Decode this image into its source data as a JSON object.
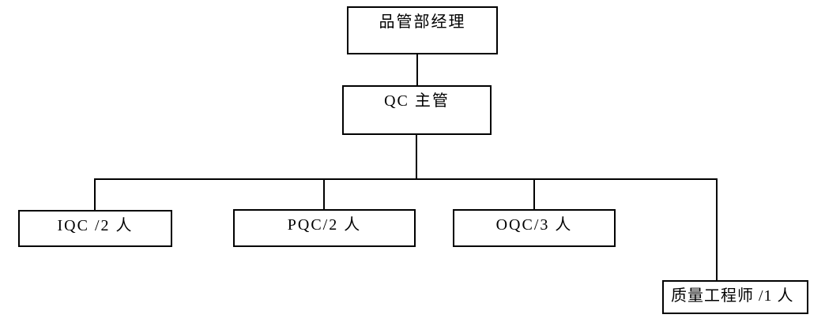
{
  "diagram": {
    "type": "org-chart",
    "colors": {
      "background": "#ffffff",
      "line": "#000000",
      "text": "#000000"
    },
    "nodes": {
      "manager": {
        "label": "品管部经理"
      },
      "qc_supervisor": {
        "label": "QC 主管"
      },
      "iqc": {
        "label": "IQC /2 人"
      },
      "pqc": {
        "label": "PQC/2 人"
      },
      "oqc": {
        "label": "OQC/3 人"
      },
      "quality_engineer": {
        "label": "质量工程师 /1 人"
      }
    },
    "edges": [
      {
        "from": "manager",
        "to": "qc_supervisor"
      },
      {
        "from": "qc_supervisor",
        "to": "iqc"
      },
      {
        "from": "qc_supervisor",
        "to": "pqc"
      },
      {
        "from": "qc_supervisor",
        "to": "oqc"
      },
      {
        "from": "qc_supervisor",
        "to": "quality_engineer"
      }
    ]
  }
}
